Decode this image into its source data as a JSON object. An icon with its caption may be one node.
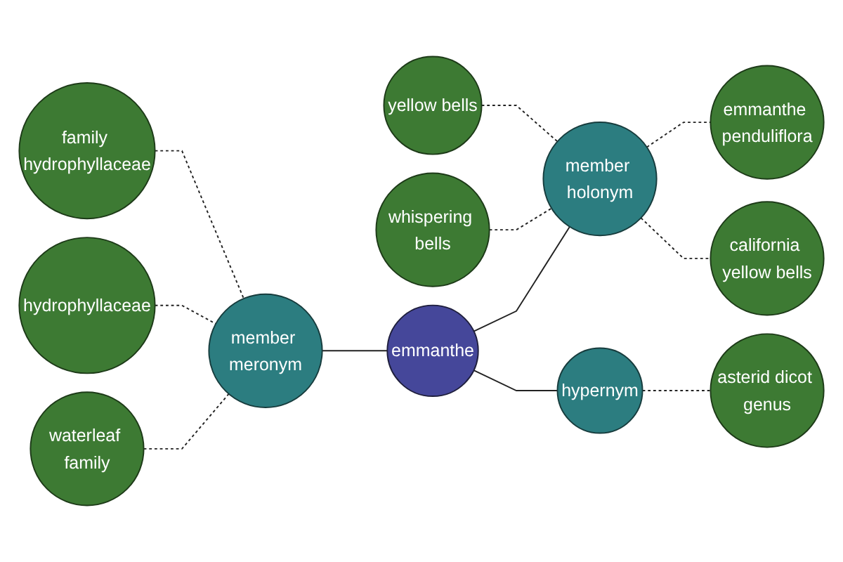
{
  "diagram": {
    "nodes": [
      {
        "text": [
          "family hydrophyllaceae"
        ]
      },
      {
        "text": [
          "hydrophyllaceae"
        ]
      },
      {
        "text": [
          "waterleaf family"
        ]
      },
      {
        "text": [
          "yellow bells"
        ]
      },
      {
        "text": [
          "whispering bells"
        ]
      },
      {
        "text": [
          "member meronym"
        ]
      },
      {
        "text": [
          "emmanthe penduliflora"
        ]
      },
      {
        "text": [
          "member holonym"
        ]
      },
      {
        "text": [
          "emmanthe"
        ]
      },
      {
        "text": [
          "california yellow bells"
        ]
      },
      {
        "text": [
          "hypernym"
        ]
      },
      {
        "text": [
          "asterid dicot genus"
        ]
      }
    ],
    "edges": [
      {
        "from": 0,
        "to": 5,
        "arrow": "none",
        "style": "dashed"
      },
      {
        "from": 1,
        "to": 5,
        "arrow": "none",
        "style": "dashed"
      },
      {
        "from": 2,
        "to": 5,
        "arrow": "none",
        "style": "dashed"
      },
      {
        "from": 5,
        "to": 8,
        "arrow": "none"
      },
      {
        "from": 8,
        "to": 7,
        "arrow": "none"
      },
      {
        "from": 8,
        "to": 10,
        "arrow": "none"
      },
      {
        "from": 4,
        "to": 7,
        "arrow": "none",
        "style": "dashed"
      },
      {
        "from": 3,
        "to": 7,
        "arrow": "none",
        "style": "dashed"
      },
      {
        "from": 7,
        "to": 6,
        "arrow": "none",
        "style": "dashed"
      },
      {
        "from": 7,
        "to": 9,
        "arrow": "none",
        "style": "dashed"
      },
      {
        "from": 10,
        "to": 11,
        "arrow": "none",
        "style": "dashed"
      }
    ]
  }
}
